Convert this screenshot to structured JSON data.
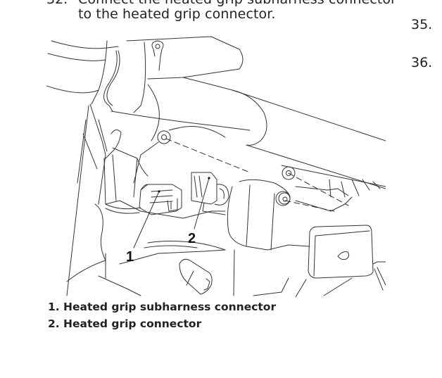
{
  "step": {
    "number": "32.",
    "line1": "Connect the heated grip subharness connector",
    "line2": "to the heated grip connector."
  },
  "side_steps": [
    "35.",
    "36."
  ],
  "figure": {
    "callouts": [
      "1",
      "2"
    ]
  },
  "legend": [
    {
      "num": "1.",
      "label": "Heated grip subharness connector"
    },
    {
      "num": "2.",
      "label": "Heated grip connector"
    }
  ],
  "colors": {
    "text": "#222222",
    "line_art": "#333333",
    "background": "#ffffff"
  }
}
